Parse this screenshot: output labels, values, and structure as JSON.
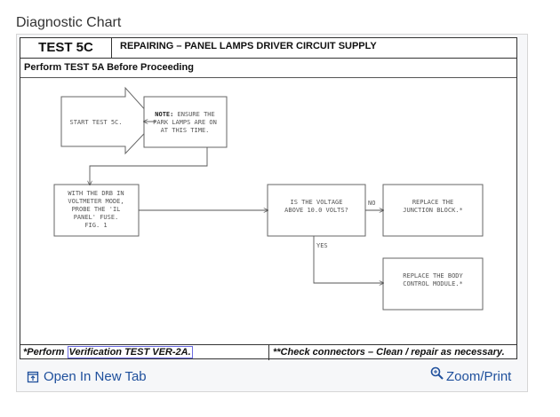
{
  "page": {
    "title": "Diagnostic Chart"
  },
  "chart": {
    "test_id": "TEST 5C",
    "heading": "REPAIRING – PANEL LAMPS DRIVER CIRCUIT SUPPLY",
    "prerequisite": "Perform TEST 5A Before Proceeding",
    "nodes": {
      "start": "START TEST 5C.",
      "note_bold": "NOTE:",
      "note_lines": [
        "ENSURE THE",
        "PARK LAMPS ARE ON",
        "AT THIS TIME."
      ],
      "probe_lines": [
        "WITH THE DRB IN",
        "VOLTMETER MODE,",
        "PROBE THE 'IL",
        "PANEL' FUSE.",
        "FIG. 1"
      ],
      "question_lines": [
        "IS THE VOLTAGE",
        "ABOVE 10.0 VOLTS?"
      ],
      "junction_lines": [
        "REPLACE THE",
        "JUNCTION BLOCK.*"
      ],
      "bcm_lines": [
        "REPLACE THE BODY",
        "CONTROL MODULE.*"
      ]
    },
    "edges": {
      "no_label": "NO",
      "yes_label": "YES"
    },
    "footer": {
      "left_prefix": "*Perform ",
      "left_link": "Verification TEST VER-2A.",
      "right": "**Check connectors – Clean / repair as necessary."
    }
  },
  "actions": {
    "open_new_tab": "Open In New Tab",
    "zoom_print": "Zoom/Print"
  },
  "icons": {
    "open_new_tab": "open-new-tab-icon",
    "zoom": "magnifier-zoom-icon"
  },
  "colors": {
    "link": "#1e4f9c",
    "highlight_border": "#6a6ae0"
  }
}
